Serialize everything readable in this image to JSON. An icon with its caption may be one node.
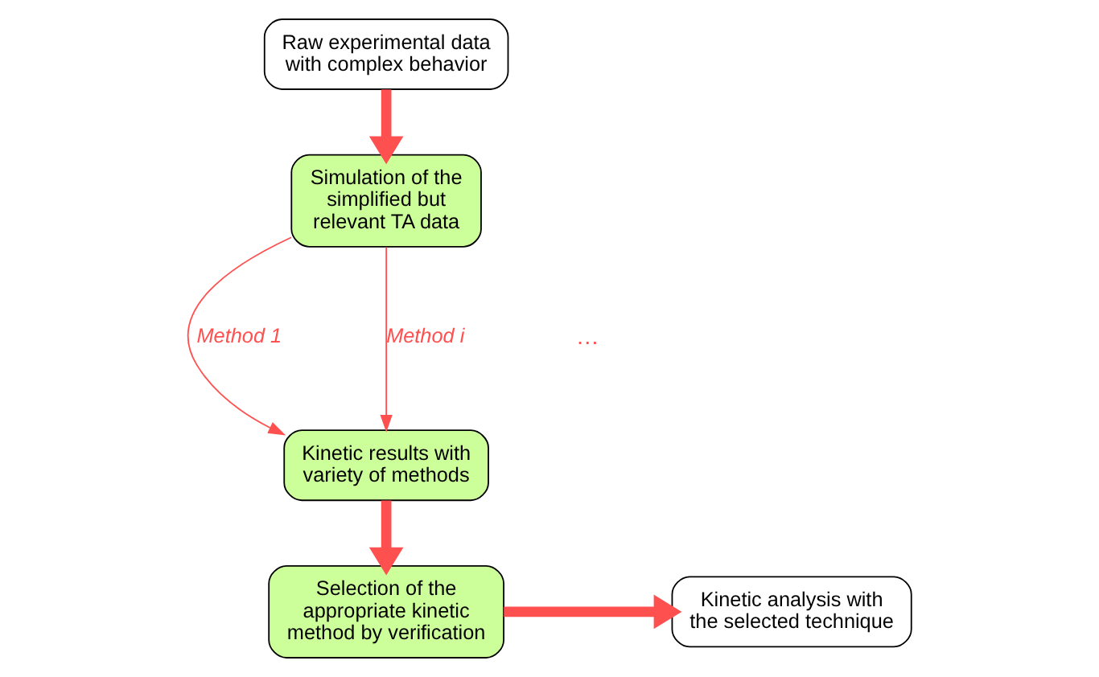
{
  "diagram": {
    "nodes": [
      {
        "text": [
          "Raw experimental data with complex behavior"
        ]
      },
      {
        "text": [
          "Simulation of the simplified but relevant TA data"
        ]
      },
      {
        "text": [
          "Kinetic results with variety of methods"
        ]
      },
      {
        "text": [
          "Selection of the appropriate kinetic method by verification"
        ]
      },
      {
        "text": [
          "Kinetic analysis with the selected technique"
        ]
      }
    ],
    "edges": [
      {
        "from": 0,
        "to": 1,
        "arrow": "to"
      },
      {
        "from": 1,
        "to": 2,
        "arrow": "to",
        "label": "Method 1"
      },
      {
        "from": 1,
        "to": 2,
        "arrow": "to",
        "label": "Method i"
      },
      {
        "from": 2,
        "to": 3,
        "arrow": "to"
      },
      {
        "from": 3,
        "to": 4,
        "arrow": "to"
      }
    ],
    "labels": [
      "…"
    ]
  }
}
